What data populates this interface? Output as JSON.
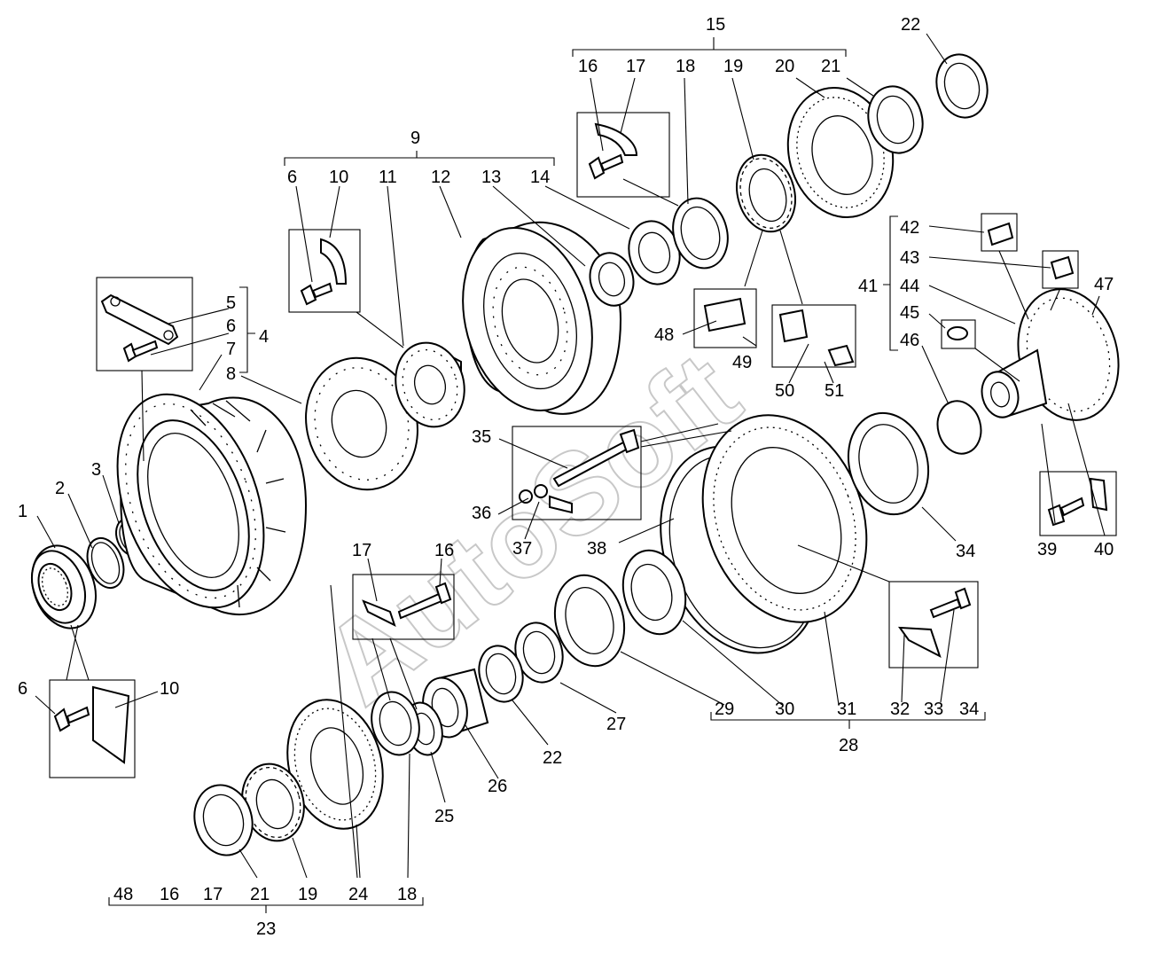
{
  "watermark": "AutoSoft",
  "callouts": {
    "c1": "1",
    "c2": "2",
    "c3": "3",
    "c4": "4",
    "c5": "5",
    "c6a": "6",
    "c6b": "6",
    "c6c": "6",
    "c7": "7",
    "c8": "8",
    "c9": "9",
    "c10a": "10",
    "c10b": "10",
    "c11": "11",
    "c12": "12",
    "c13": "13",
    "c14": "14",
    "c15": "15",
    "c16a": "16",
    "c16b": "16",
    "c16c": "16",
    "c17a": "17",
    "c17b": "17",
    "c17c": "17",
    "c18a": "18",
    "c18b": "18",
    "c19a": "19",
    "c19b": "19",
    "c20": "20",
    "c21a": "21",
    "c21b": "21",
    "c22a": "22",
    "c22b": "22",
    "c23": "23",
    "c24": "24",
    "c25": "25",
    "c26": "26",
    "c27": "27",
    "c28": "28",
    "c29": "29",
    "c30": "30",
    "c31": "31",
    "c32": "32",
    "c33": "33",
    "c34a": "34",
    "c34b": "34",
    "c35": "35",
    "c36": "36",
    "c37": "37",
    "c38": "38",
    "c39": "39",
    "c40": "40",
    "c41": "41",
    "c42": "42",
    "c43": "43",
    "c44": "44",
    "c45": "45",
    "c46": "46",
    "c47": "47",
    "c48a": "48",
    "c48b": "48",
    "c49": "49",
    "c50": "50",
    "c51": "51"
  }
}
